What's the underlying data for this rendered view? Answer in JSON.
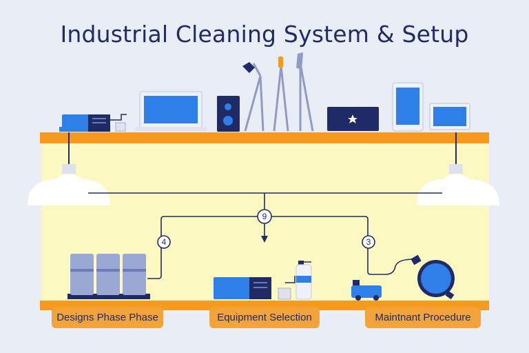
{
  "title": "Industrial Cleaning System & Setup",
  "phases": [
    {
      "label": "Designs Phase Phase"
    },
    {
      "label": "Equipment Selection"
    },
    {
      "label": "Maintnant Procedure"
    }
  ],
  "markers": [
    {
      "label": "4"
    },
    {
      "label": "9"
    },
    {
      "label": "3"
    }
  ],
  "colors": {
    "background": "#e9edf6",
    "panel": "#fbf8c2",
    "shelf": "#f39a1f",
    "navy": "#1f2b66",
    "blue": "#2f7fe8",
    "label_bg": "#f2a33a"
  }
}
